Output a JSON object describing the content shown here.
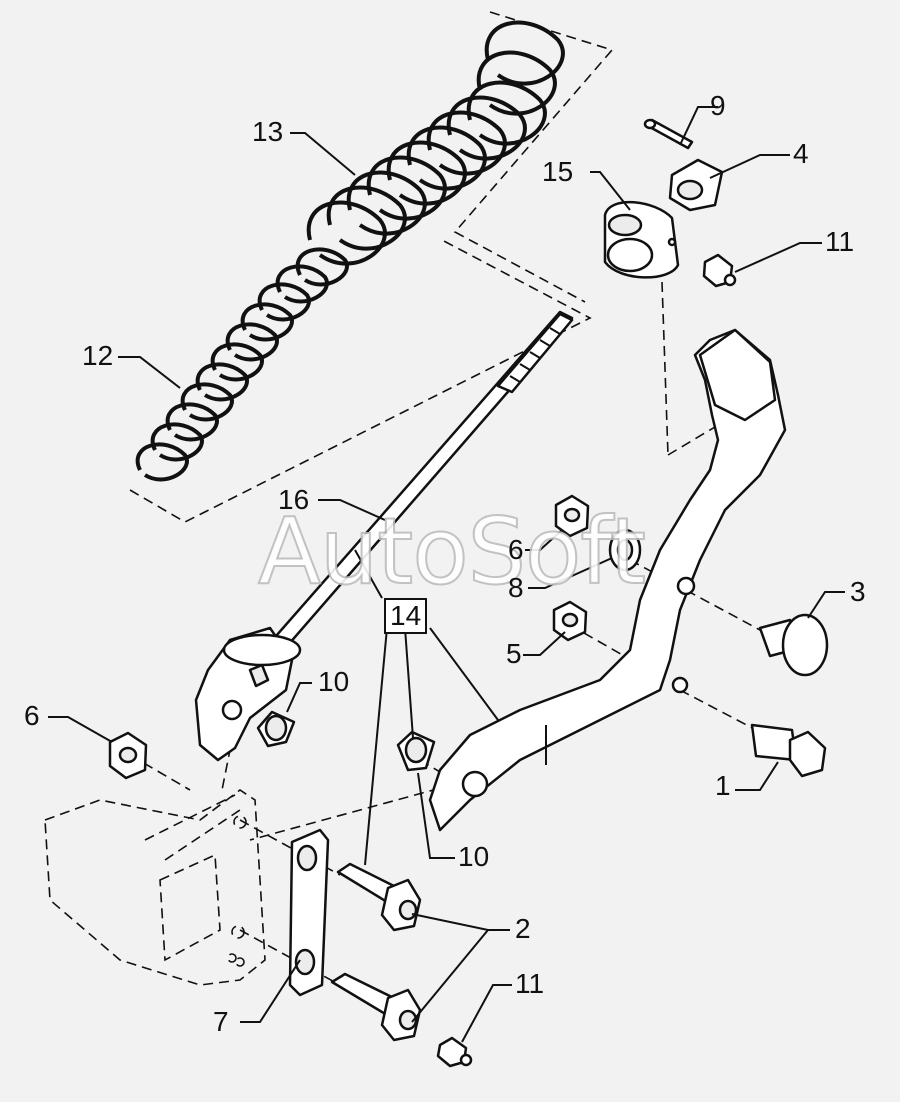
{
  "watermark": "AutoSoft",
  "callouts": {
    "c1": "1",
    "c2": "2",
    "c3": "3",
    "c4": "4",
    "c5": "5",
    "c6a": "6",
    "c6b": "6",
    "c7": "7",
    "c8": "8",
    "c9": "9",
    "c10a": "10",
    "c10b": "10",
    "c11a": "11",
    "c11b": "11",
    "c12": "12",
    "c13": "13",
    "c14": "14",
    "c15": "15",
    "c16": "16"
  }
}
